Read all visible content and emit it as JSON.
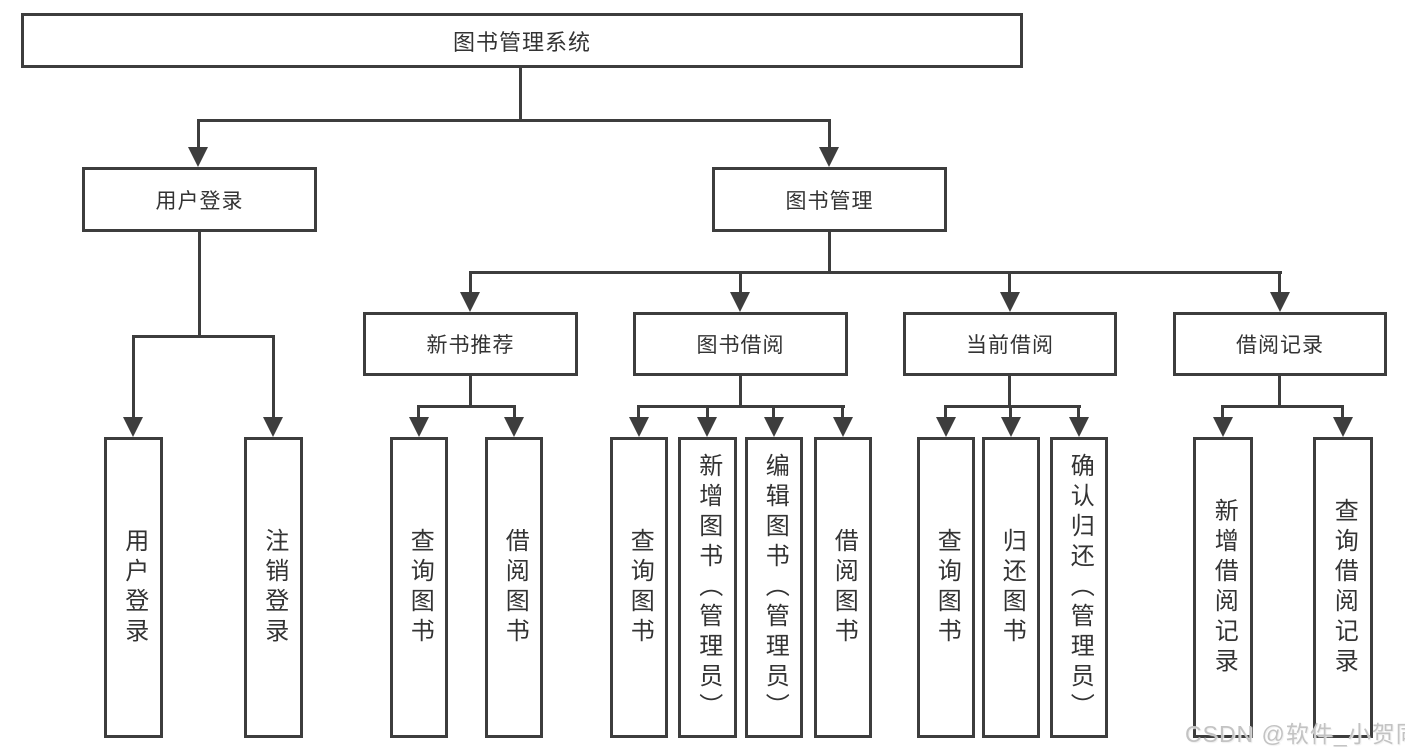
{
  "tree": {
    "root": {
      "label": "图书管理系统"
    },
    "branches": [
      {
        "label": "用户登录",
        "children": [
          {
            "label": "用户登录"
          },
          {
            "label": "注销登录"
          }
        ]
      },
      {
        "label": "图书管理",
        "children": [
          {
            "label": "新书推荐",
            "children": [
              {
                "label": "查询图书"
              },
              {
                "label": "借阅图书"
              }
            ]
          },
          {
            "label": "图书借阅",
            "children": [
              {
                "label": "查询图书"
              },
              {
                "label": "新增图书（管理员）"
              },
              {
                "label": "编辑图书（管理员）"
              },
              {
                "label": "借阅图书"
              }
            ]
          },
          {
            "label": "当前借阅",
            "children": [
              {
                "label": "查询图书"
              },
              {
                "label": "归还图书"
              },
              {
                "label": "确认归还（管理员）"
              }
            ]
          },
          {
            "label": "借阅记录",
            "children": [
              {
                "label": "新增借阅记录"
              },
              {
                "label": "查询借阅记录"
              }
            ]
          }
        ]
      }
    ]
  },
  "watermark": {
    "text": "CSDN @软件_小贺同学"
  },
  "colors": {
    "line": "#3d3d3d",
    "text": "#333333",
    "watermark": "#c3c3c3",
    "background": "#ffffff"
  }
}
